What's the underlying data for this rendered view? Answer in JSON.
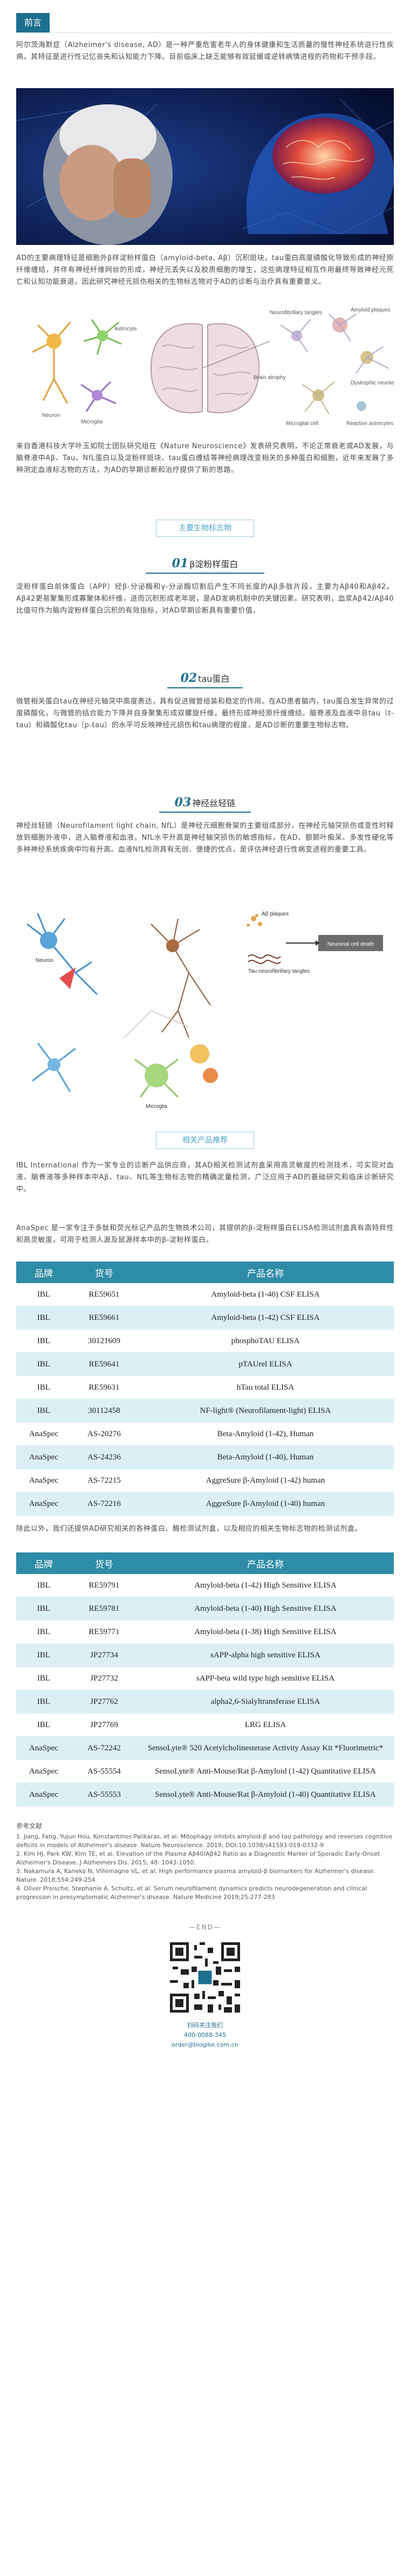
{
  "header": {
    "tag": "前言"
  },
  "intro": {
    "p1": "阿尔茨海默症（Alzheimer's disease, AD）是一种严重危害老年人的身体健康和生活质量的慢性神经系统退行性疾病，其特征是进行性记忆丧失和认知能力下降。目前临床上缺乏能够有效延缓或逆转病情进程的药物和干预手段。",
    "p2": "AD的主要病理特征是细胞外β样淀粉样蛋白（amyloid-beta, Aβ）沉积斑块，tau蛋白高度磷酸化导致形成的神经原纤维缠结，并伴有神经纤维网丝的形成，神经元丢失以及胶质细胞的增生，这些病理特征相互作用最终导致神经元死亡和认知功能衰退。因此研究神经元损伤相关的生物标志物对于AD的诊断与治疗具有重要意义。",
    "p3": "来自香港科技大学叶玉如院士团队研究组在《Nature Neuroscience》发表研究表明，不论正常衰老或AD发展，与脑脊液中Aβ、Tau、NfL蛋白以及淀粉样斑块、tau蛋白缠结等神经病理改变相关的多种蛋白和细胞，近年来发展了多种测定血液标志物的方法，为AD的早期诊断和治疗提供了新的思路。",
    "labels": {
      "neuron": "Neuron",
      "astrocyte": "Astrocyte",
      "microglia": "Microglia",
      "brain_atrophy": "Brain atrophy",
      "nft": "Neurofibrillary tangles",
      "plaque": "Amyloid plaques",
      "dystrophic": "Dystrophic neurites",
      "microglial_cell": "Microglial cell",
      "reactive_astro": "Reactive astrocytes"
    }
  },
  "biomarkers": {
    "banner": "主要生物标志物",
    "s1": {
      "num": "01",
      "title": "β淀粉样蛋白",
      "p": "淀粉样蛋白前体蛋白（APP）经β-分泌酶和γ-分泌酶切割后产生不同长度的Aβ多肽片段，主要为Aβ40和Aβ42。Aβ42更易聚集形成寡聚体和纤维，进而沉积形成老年斑，是AD发病机制中的关键因素。研究表明，血浆Aβ42/Aβ40比值可作为脑内淀粉样蛋白沉积的有效指标，对AD早期诊断具有重要价值。"
    },
    "s2": {
      "num": "02",
      "title": "tau蛋白",
      "p": "微管相关蛋白tau在神经元轴突中高度表达，具有促进微管组装和稳定的作用。在AD患者脑内，tau蛋白发生异常的过度磷酸化，与微管的结合能力下降并自身聚集形成双螺旋纤维，最终形成神经原纤维缠结。脑脊液及血液中总tau（t-tau）和磷酸化tau（p-tau）的水平可反映神经元损伤和tau病理的程度，是AD诊断的重要生物标志物。"
    },
    "s3": {
      "num": "03",
      "title": "神经丝轻链",
      "p": "神经丝轻链（Neurofilament light chain, NfL）是神经元细胞骨架的主要组成部分，在神经元轴突损伤或变性时释放到细胞外液中，进入脑脊液和血液。NfL水平升高是神经轴突损伤的敏感指标，在AD、额颞叶痴呆、多发性硬化等多种神经系统疾病中均有升高。血液NfL检测具有无创、便捷的优点，是评估神经退行性病变进程的重要工具。"
    },
    "fig_labels": {
      "abeta": "Aβ plaques",
      "tau": "Tau neurofibrillary tangles",
      "cell_death": "Neuronal cell death",
      "neuron": "Neuron",
      "microglia": "Microglia"
    }
  },
  "products": {
    "banner": "相关产品推荐",
    "p1": "IBL International 作为一家专业的诊断产品供应商，其AD相关检测试剂盒采用高灵敏度的检测技术，可实现对血液、脑脊液等多种样本中Aβ、tau、NfL等生物标志物的精确定量检测，广泛应用于AD的基础研究和临床诊断研究中。",
    "p2": "AnaSpec 是一家专注于多肽和荧光标记产品的生物技术公司，其提供的β-淀粉样蛋白ELISA检测试剂盒具有高特异性和高灵敏度，可用于检测人源及鼠源样本中的β-淀粉样蛋白。",
    "t1": {
      "headers": [
        "品牌",
        "货号",
        "产品名称"
      ],
      "rows": [
        [
          "IBL",
          "RE59651",
          "Amyloid-beta (1-40) CSF ELISA"
        ],
        [
          "IBL",
          "RE59661",
          "Amyloid-beta (1-42) CSF ELISA"
        ],
        [
          "IBL",
          "30121609",
          "phosphoTAU ELISA"
        ],
        [
          "IBL",
          "RE59641",
          "pTAUrel ELISA"
        ],
        [
          "IBL",
          "RE59631",
          "hTau total ELISA"
        ],
        [
          "IBL",
          "30112458",
          "NF-light® (Neurofilament-light) ELISA"
        ],
        [
          "AnaSpec",
          "AS-20276",
          "Beta-Amyloid (1-42), Human"
        ],
        [
          "AnaSpec",
          "AS-24236",
          "Beta-Amyloid (1-40), Human"
        ],
        [
          "AnaSpec",
          "AS-72215",
          "AggreSure β-Amyloid (1-42) human"
        ],
        [
          "AnaSpec",
          "AS-72216",
          "AggreSure β-Amyloid (1-40) human"
        ]
      ]
    },
    "p3": "除此以外，我们还提供AD研究相关的各种蛋白、酶检测试剂盒，以及相应的相关生物标志物的检测试剂盒。",
    "t2": {
      "headers": [
        "品牌",
        "货号",
        "产品名称"
      ],
      "rows": [
        [
          "IBL",
          "RE59791",
          "Amyloid-beta (1-42) High Sensitive ELISA"
        ],
        [
          "IBL",
          "RE59781",
          "Amyloid-beta (1-40) High Sensitive ELISA"
        ],
        [
          "IBL",
          "RE59771",
          "Amyloid-beta (1-38) High Sensitive ELISA"
        ],
        [
          "IBL",
          "JP27734",
          "sAPP-alpha high sensitive ELISA"
        ],
        [
          "IBL",
          "JP27732",
          "sAPP-beta wild type high sensitive ELISA"
        ],
        [
          "IBL",
          "JP27762",
          "alpha2,6-Sialyltransferase ELISA"
        ],
        [
          "IBL",
          "JP27769",
          "LRG ELISA"
        ],
        [
          "AnaSpec",
          "AS-72242",
          "SensoLyte® 520 Acetylcholinesterase Activity Assay Kit *Fluorimetric*"
        ],
        [
          "AnaSpec",
          "AS-55554",
          "SensoLyte® Anti-Mouse/Rat β-Amyloid (1-42) Quantitative ELISA"
        ],
        [
          "AnaSpec",
          "AS-55553",
          "SensoLyte® Anti-Mouse/Rat β-Amyloid (1-40) Quantitative ELISA"
        ]
      ]
    }
  },
  "references": {
    "head": "参考文献",
    "items": [
      "1. Jiang, Fang, Yujun Hou, Konstantinos Palikaras, et al. Mitophagy inhibits amyloid-β and tau pathology and reverses cognitive deficits in models of Alzheimer's disease. Nature Neuroscience. 2019; DOI:10.1038/s41593-019-0332-9",
      "2. Kim HJ, Park KW, Kim TE, et al. Elevation of the Plasma Aβ40/Aβ42 Ratio as a Diagnostic Marker of Sporadic Early-Onset Alzheimer's Disease. J Alzheimers Dis. 2015; 48: 1043-1050.",
      "3. Nakamura A, Kaneko N, Villemagne VL, et al. High performance plasma amyloid-β biomarkers for Alzheimer's disease. Nature. 2018;554:249-254",
      "4. Oliver Preische, Stephanie A. Schultz, et al. Serum neurofilament dynamics predicts neurodegeneration and clinical progression in presymptomatic Alzheimer's disease. Nature Medicine 2019;25:277-283"
    ]
  },
  "footer": {
    "end": "—END—",
    "follow": "扫码关注我们",
    "phone": "400-0088-345",
    "email": "order@biogike.com.cn"
  },
  "colors": {
    "accent": "#1d6f8e",
    "table_head": "#2f8ca7",
    "row_alt": "#dbeff5"
  }
}
